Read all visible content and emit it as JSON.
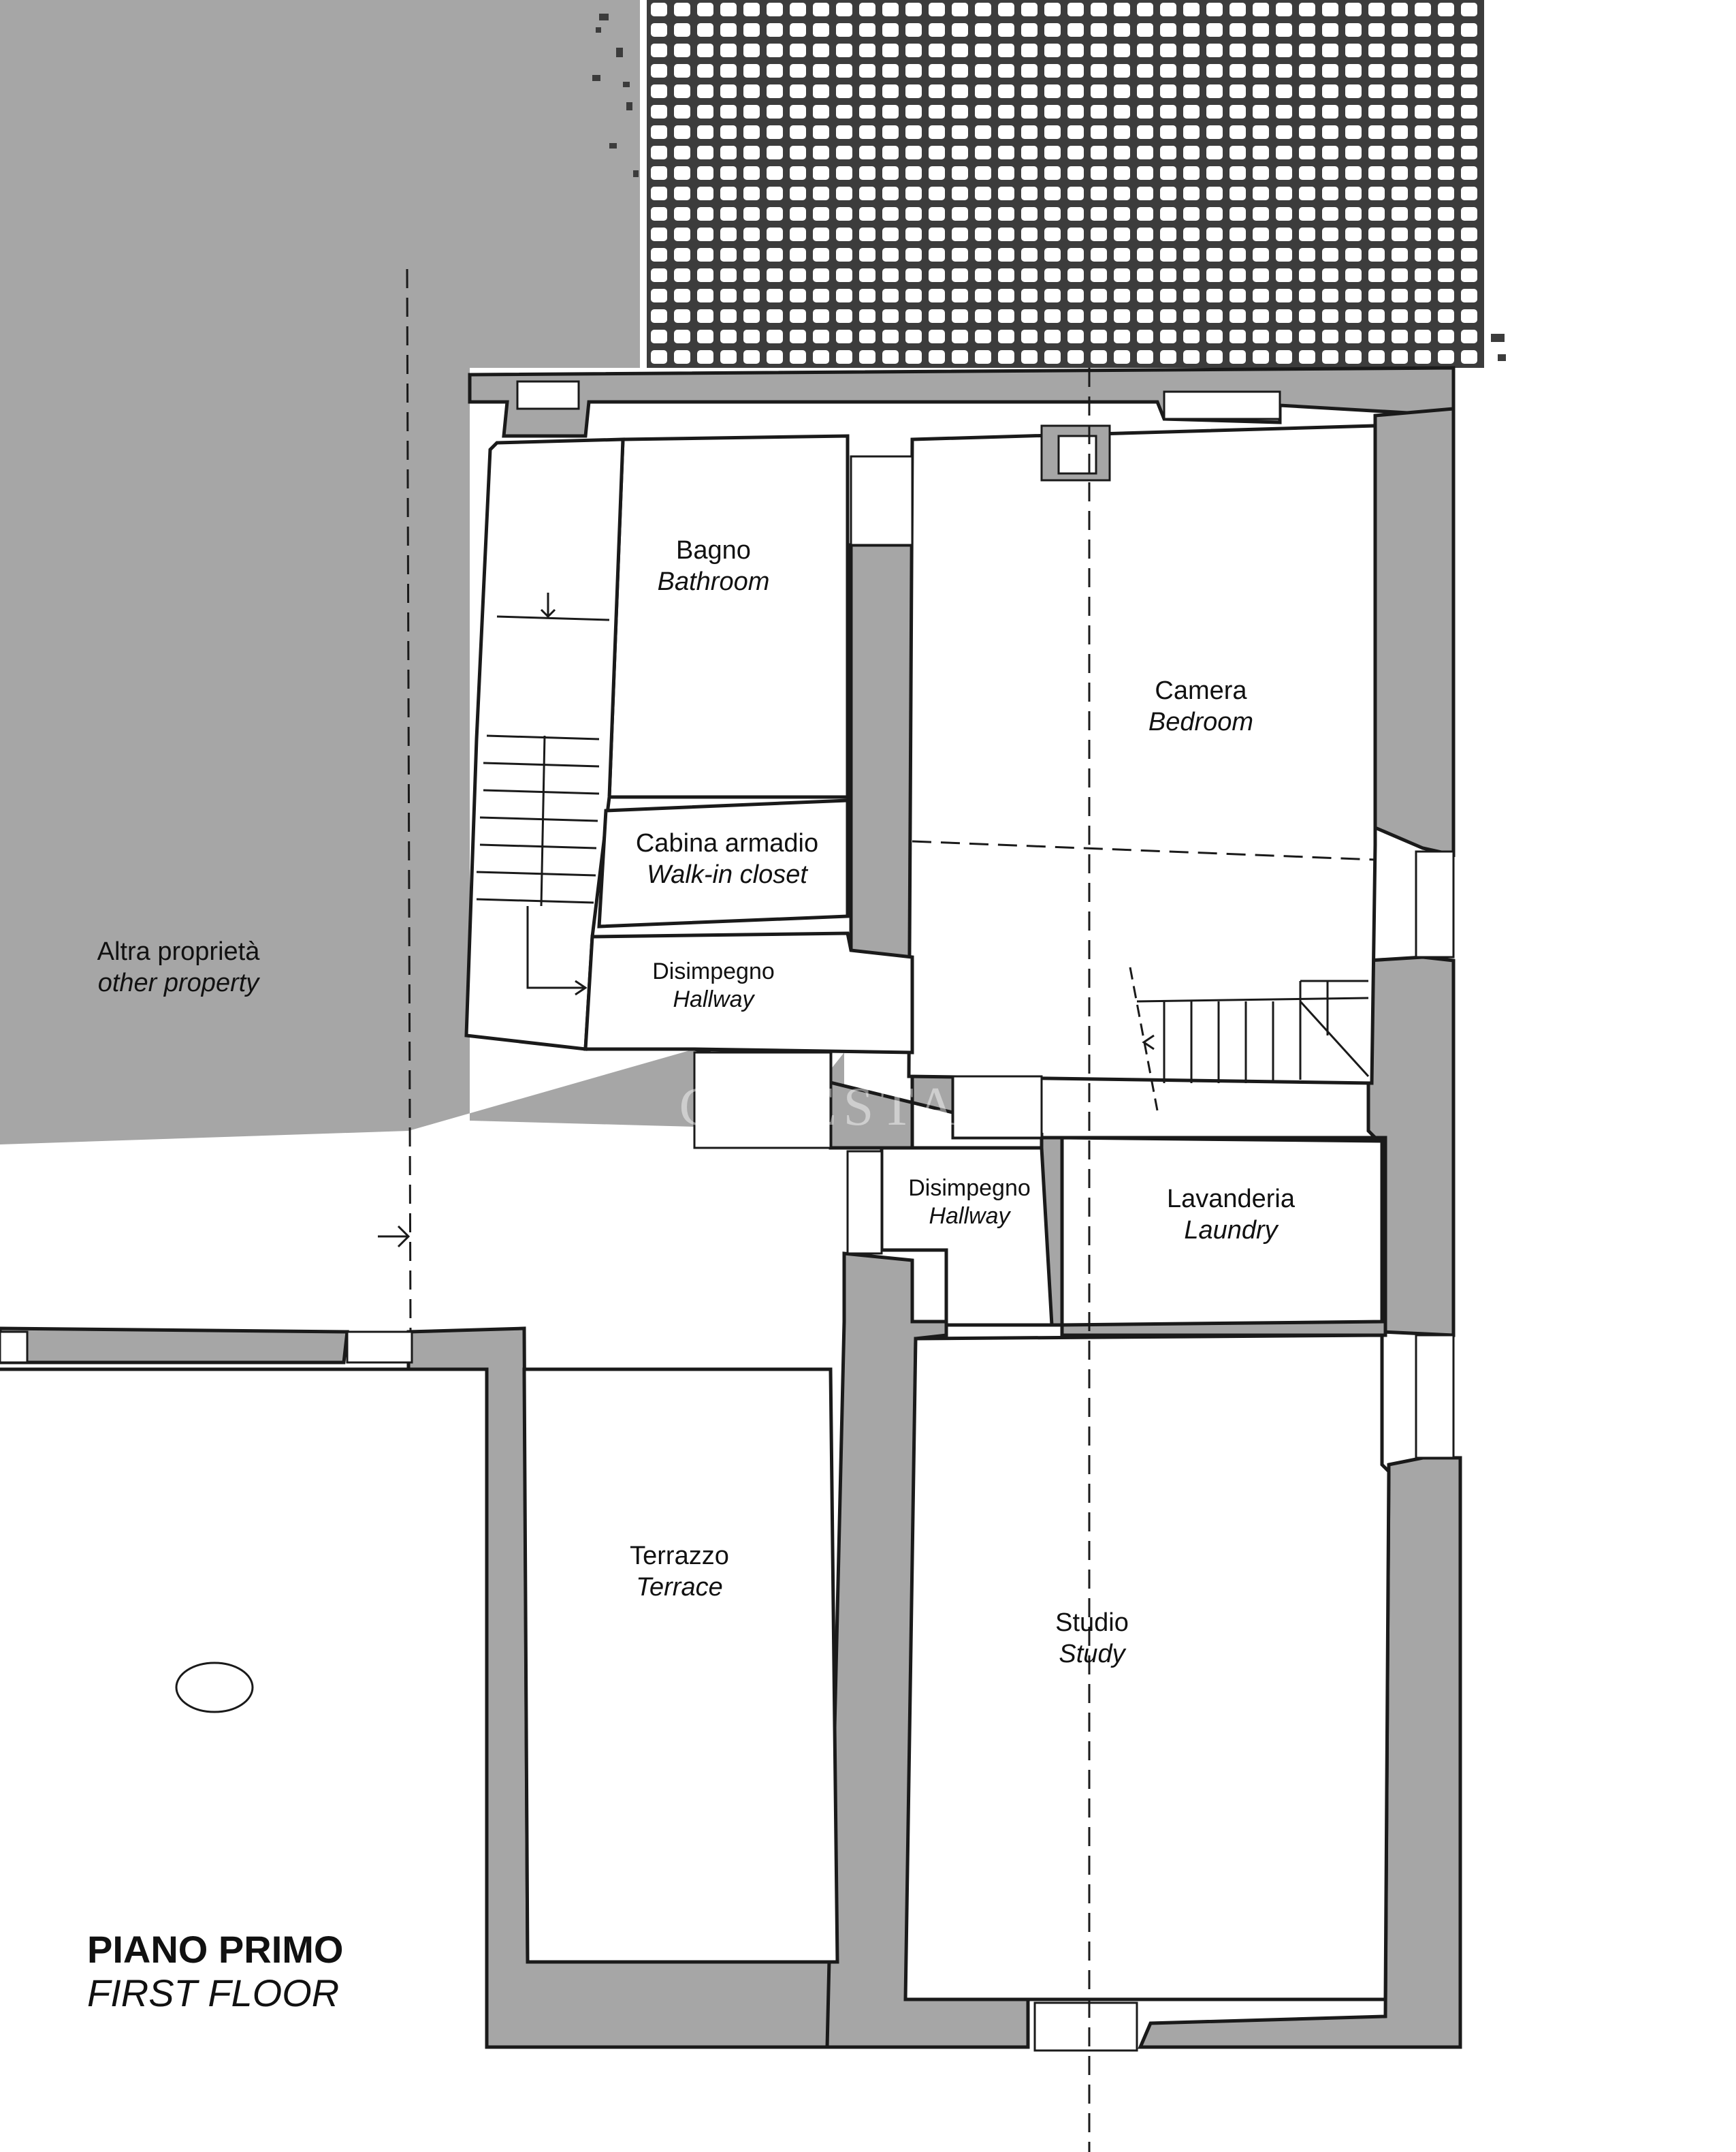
{
  "floor": {
    "title": "PIANO PRIMO",
    "subtitle": "FIRST FLOOR"
  },
  "neighbour": {
    "name": "Altra proprietà",
    "name_en": "other property"
  },
  "rooms": [
    {
      "id": "bagno",
      "name": "Bagno",
      "name_en": "Bathroom"
    },
    {
      "id": "camera",
      "name": "Camera",
      "name_en": "Bedroom"
    },
    {
      "id": "cabina",
      "name": "Cabina armadio",
      "name_en": "Walk-in closet"
    },
    {
      "id": "disimpegno1",
      "name": "Disimpegno",
      "name_en": "Hallway"
    },
    {
      "id": "disimpegno2",
      "name": "Disimpegno",
      "name_en": "Hallway"
    },
    {
      "id": "lavanderia",
      "name": "Lavanderia",
      "name_en": "Laundry"
    },
    {
      "id": "terrazzo",
      "name": "Terrazzo",
      "name_en": "Terrace"
    },
    {
      "id": "studio",
      "name": "Studio",
      "name_en": "Study"
    }
  ],
  "watermark": "C  E  ESTATE",
  "colors": {
    "wall": "#a6a6a6",
    "outline": "#1a1a1a",
    "neighbour": "#a6a6a6",
    "roof_tile": "#3c3c3c"
  }
}
